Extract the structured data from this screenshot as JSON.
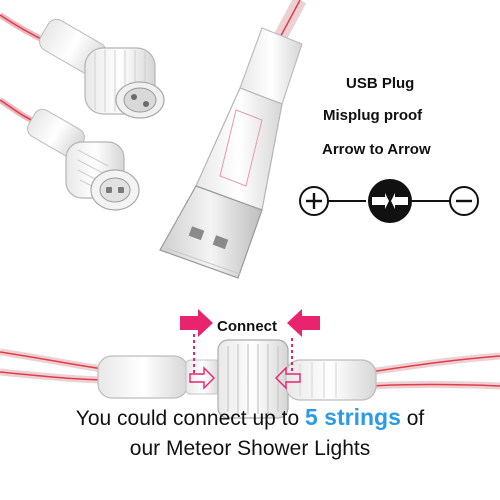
{
  "usb_panel": {
    "title": "USB Plug",
    "line2": "Misplug proof",
    "line3": "Arrow to Arrow",
    "plus_symbol": "+",
    "minus_symbol": "−"
  },
  "connect_label": "Connect",
  "caption": {
    "pre": "You could connect up to",
    "highlight": "5 strings",
    "post": "of",
    "line2": "our Meteor Shower Lights"
  },
  "colors": {
    "accent_pink": "#e8246e",
    "highlight_blue": "#2b9be6",
    "cable_red": "#e23c4a"
  },
  "icons": [
    "plus-icon",
    "arrow-to-arrow-icon",
    "minus-icon",
    "usb-plug",
    "waterproof-connector"
  ]
}
